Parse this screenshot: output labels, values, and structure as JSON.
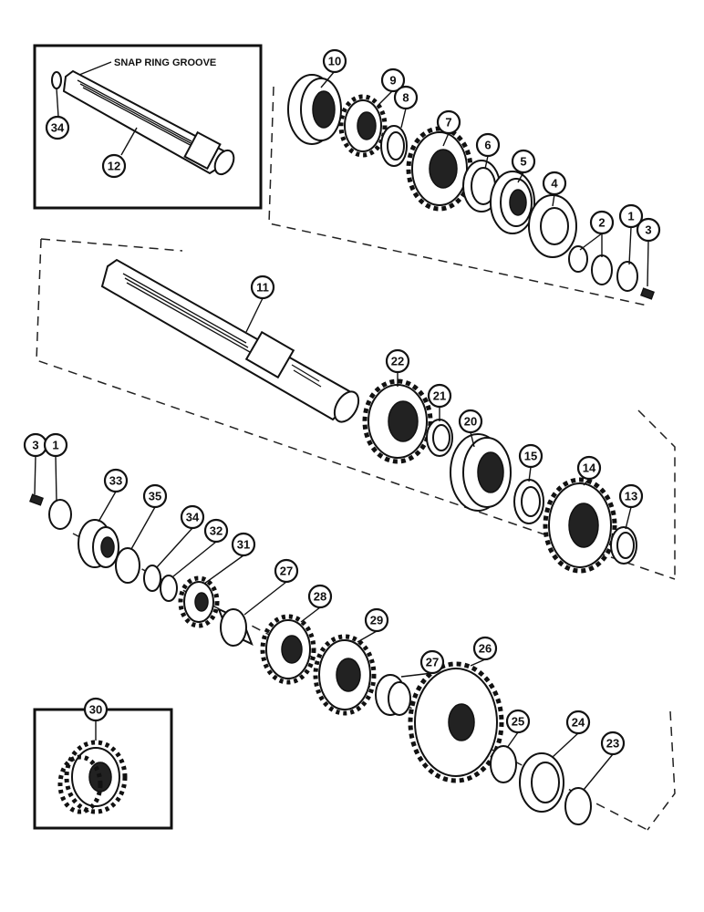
{
  "inset_label": "SNAP RING GROOVE",
  "callouts": {
    "c1a": "1",
    "c1b": "1",
    "c2": "2",
    "c3a": "3",
    "c3b": "3",
    "c4": "4",
    "c5": "5",
    "c6": "6",
    "c7": "7",
    "c8": "8",
    "c9": "9",
    "c10": "10",
    "c11": "11",
    "c12": "12",
    "c13": "13",
    "c14": "14",
    "c15": "15",
    "c20": "20",
    "c21": "21",
    "c22": "22",
    "c23": "23",
    "c24": "24",
    "c25": "25",
    "c26": "26",
    "c27a": "27",
    "c27b": "27",
    "c28": "28",
    "c29": "29",
    "c30": "30",
    "c31": "31",
    "c32": "32",
    "c33": "33",
    "c34a": "34",
    "c34b": "34",
    "c35": "35"
  }
}
